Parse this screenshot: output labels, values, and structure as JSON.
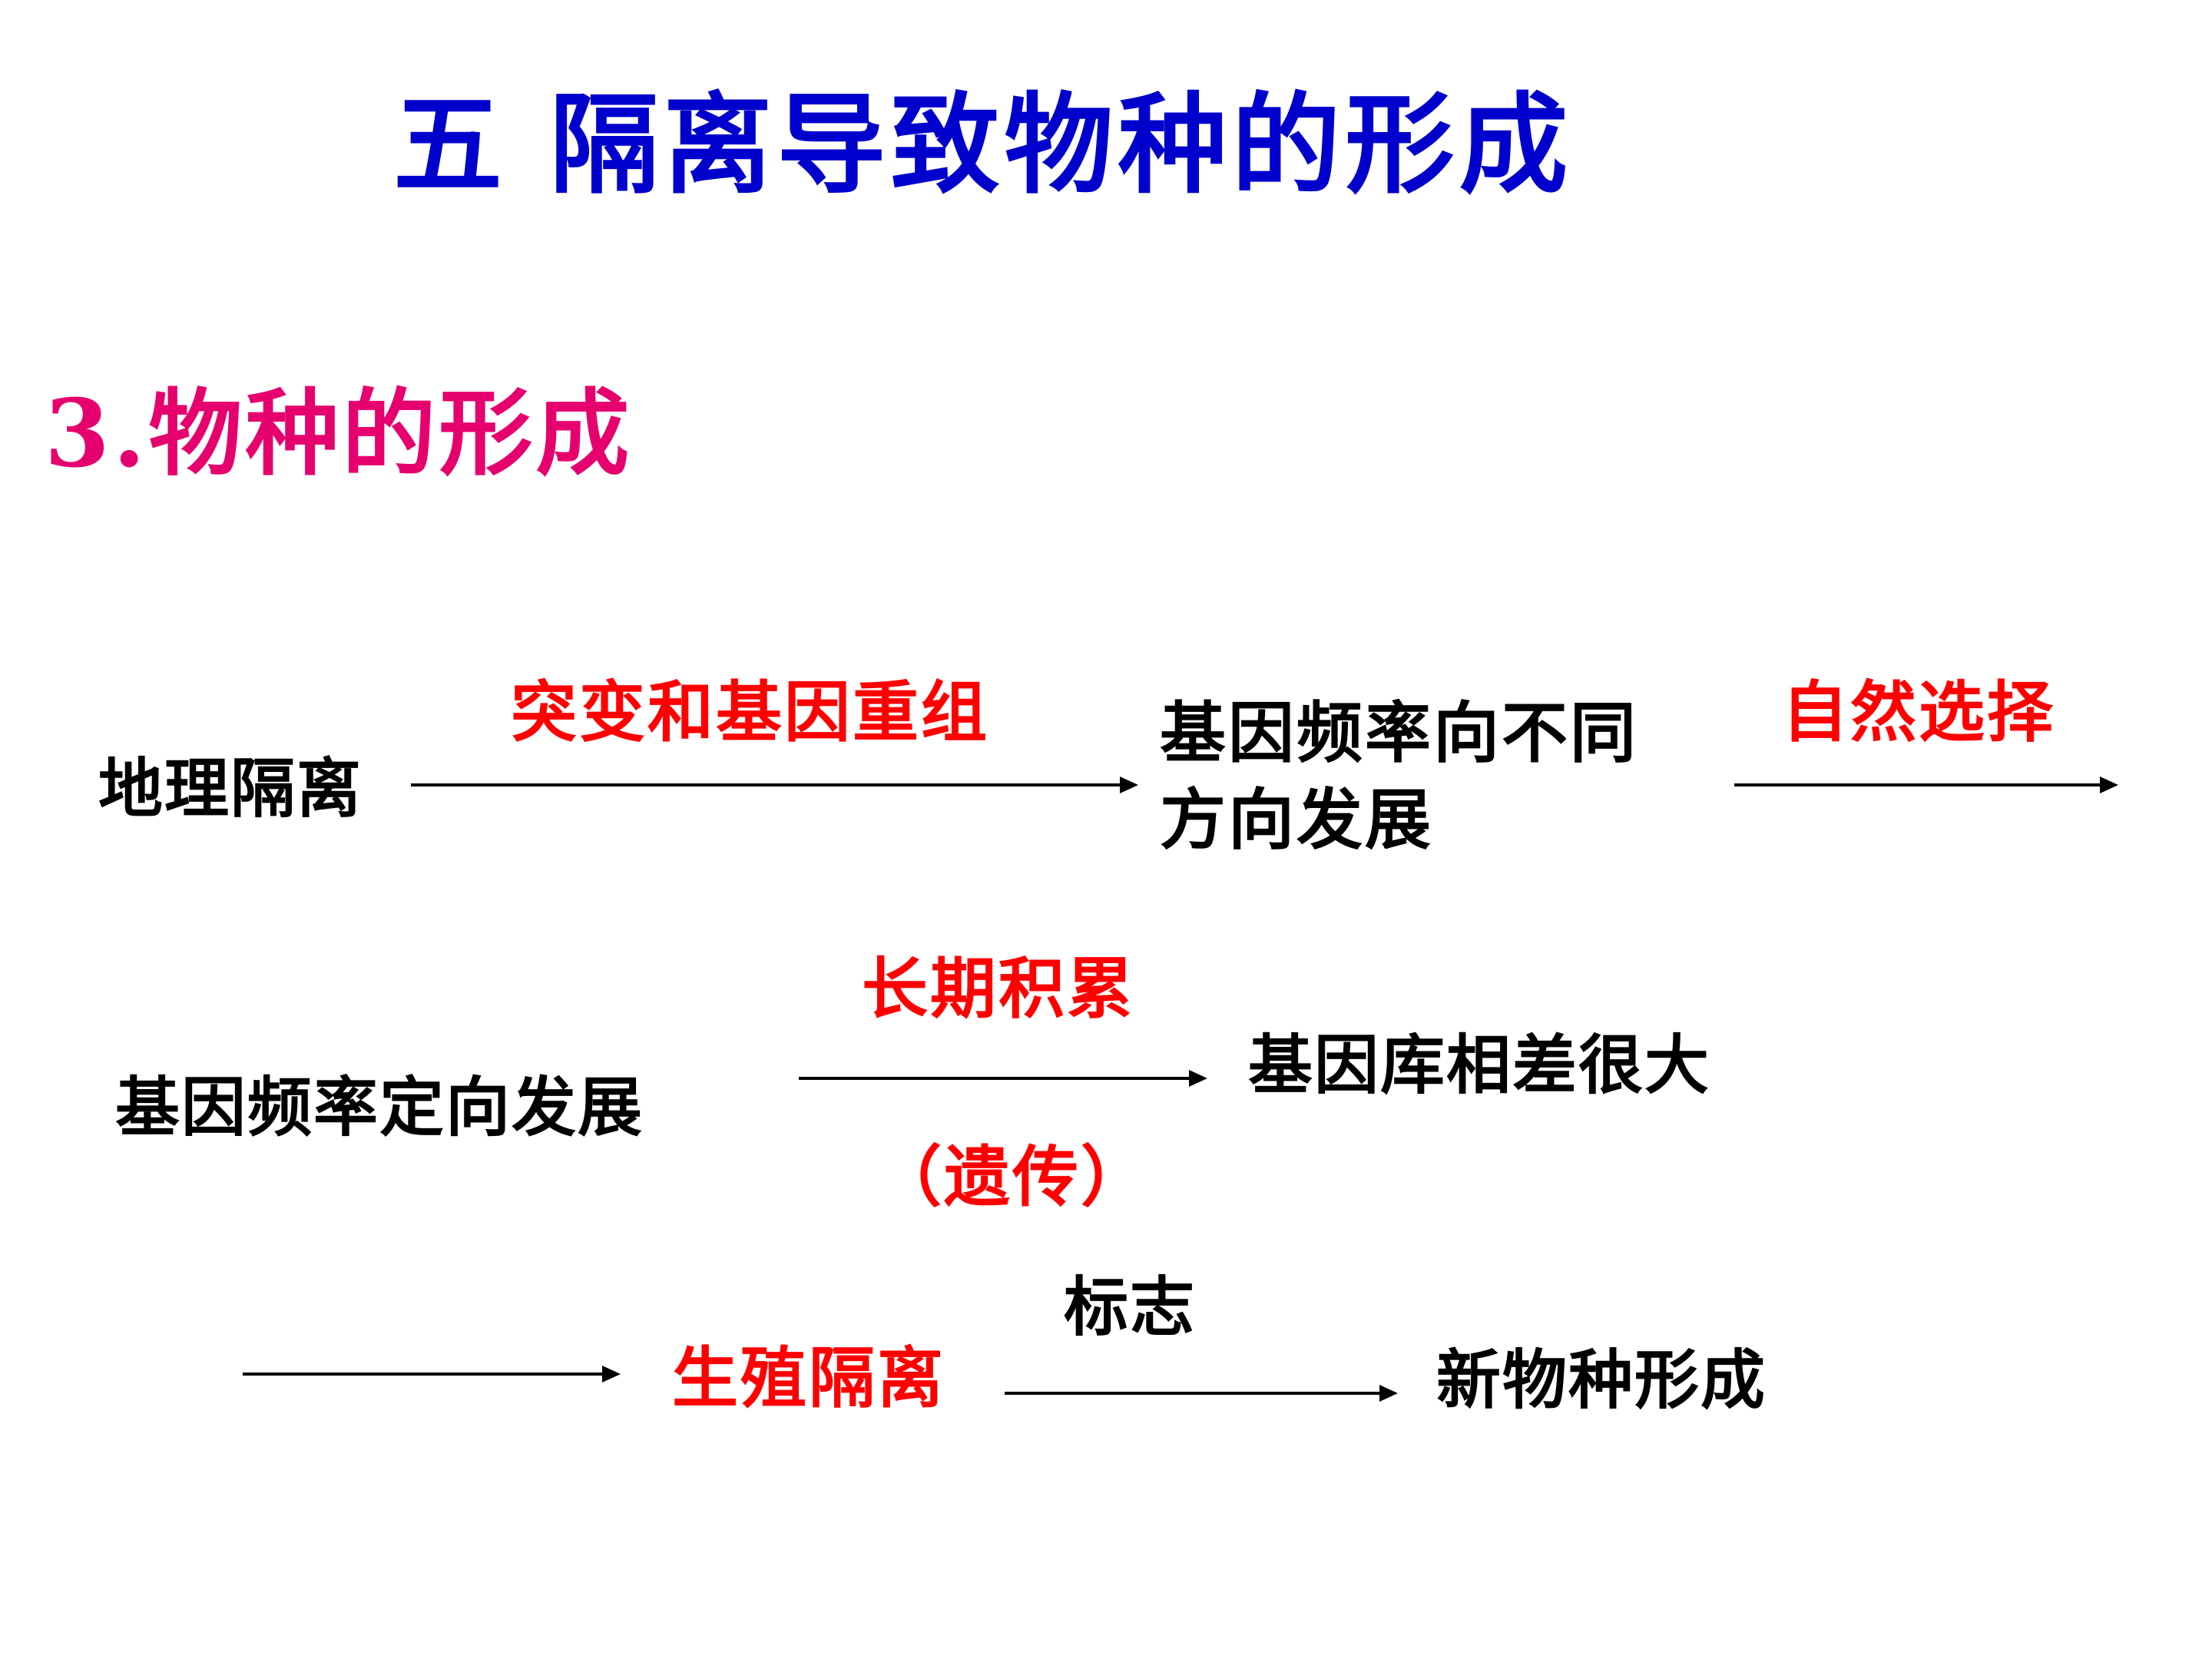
{
  "title": "五  隔离导致物种的形成",
  "subtitle": "3.物种的形成",
  "flow": {
    "row1": {
      "start": "地理隔离",
      "arrow1_label": "突变和基因重组",
      "middle_line1": "基因频率向不同",
      "middle_line2": "方向发展",
      "arrow2_label": "自然选择"
    },
    "row2": {
      "start": "基因频率定向发展",
      "arrow_label_top": "长期积累",
      "arrow_label_bottom": "（遗传）",
      "end": "基因库相差很大"
    },
    "row3": {
      "node": "生殖隔离",
      "arrow_label": "标志",
      "end": "新物种形成"
    }
  },
  "colors": {
    "title": "#0000cc",
    "subtitle": "#e6006e",
    "highlight": "#ff0000",
    "normal": "#000000"
  }
}
